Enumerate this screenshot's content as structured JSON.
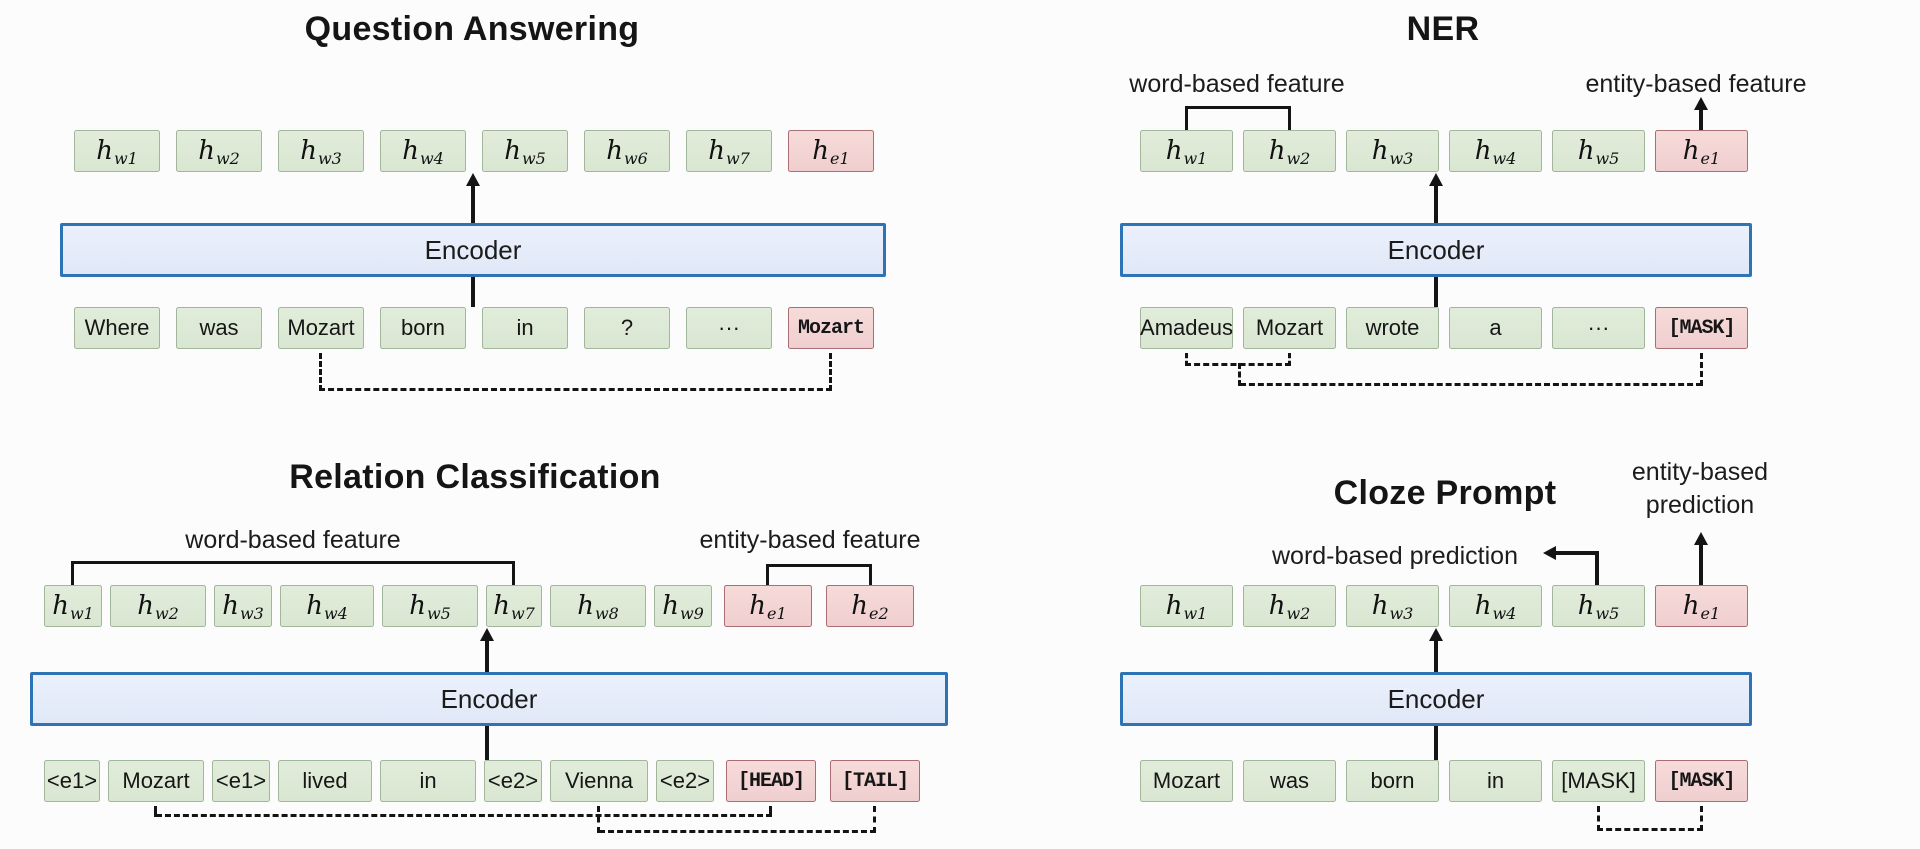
{
  "colors": {
    "green_fill": "#d9e6d2",
    "green_border": "#a2b69b",
    "pink_fill": "#f0cecf",
    "pink_border": "#a96e73",
    "encoder_fill": "#e0e8f7",
    "encoder_border": "#2e74b5",
    "line": "#141414",
    "background": "#fcfcfc"
  },
  "qa": {
    "title": "Question Answering",
    "encoder": "Encoder",
    "hidden": [
      {
        "base": "h",
        "sub": "w1"
      },
      {
        "base": "h",
        "sub": "w2"
      },
      {
        "base": "h",
        "sub": "w3"
      },
      {
        "base": "h",
        "sub": "w4"
      },
      {
        "base": "h",
        "sub": "w5"
      },
      {
        "base": "h",
        "sub": "w6"
      },
      {
        "base": "h",
        "sub": "w7"
      },
      {
        "base": "h",
        "sub": "e1"
      }
    ],
    "inputs": [
      "Where",
      "was",
      "Mozart",
      "born",
      "in",
      "?",
      "···",
      "Mozart"
    ]
  },
  "ner": {
    "title": "NER",
    "word_feature": "word-based feature",
    "entity_feature": "entity-based feature",
    "encoder": "Encoder",
    "hidden": [
      {
        "base": "h",
        "sub": "w1"
      },
      {
        "base": "h",
        "sub": "w2"
      },
      {
        "base": "h",
        "sub": "w3"
      },
      {
        "base": "h",
        "sub": "w4"
      },
      {
        "base": "h",
        "sub": "w5"
      },
      {
        "base": "h",
        "sub": "e1"
      }
    ],
    "inputs": [
      "Amadeus",
      "Mozart",
      "wrote",
      "a",
      "···",
      "[MASK]"
    ]
  },
  "rc": {
    "title": "Relation Classification",
    "word_feature": "word-based feature",
    "entity_feature": "entity-based feature",
    "encoder": "Encoder",
    "hidden": [
      {
        "base": "h",
        "sub": "w1"
      },
      {
        "base": "h",
        "sub": "w2"
      },
      {
        "base": "h",
        "sub": "w3"
      },
      {
        "base": "h",
        "sub": "w4"
      },
      {
        "base": "h",
        "sub": "w5"
      },
      {
        "base": "h",
        "sub": "w7"
      },
      {
        "base": "h",
        "sub": "w8"
      },
      {
        "base": "h",
        "sub": "w9"
      },
      {
        "base": "h",
        "sub": "e1"
      },
      {
        "base": "h",
        "sub": "e2"
      }
    ],
    "inputs": [
      "<e1>",
      "Mozart",
      "<e1>",
      "lived",
      "in",
      "<e2>",
      "Vienna",
      "<e2>",
      "[HEAD]",
      "[TAIL]"
    ]
  },
  "cloze": {
    "title": "Cloze Prompt",
    "word_prediction": "word-based prediction",
    "entity_prediction_line1": "entity-based",
    "entity_prediction_line2": "prediction",
    "encoder": "Encoder",
    "hidden": [
      {
        "base": "h",
        "sub": "w1"
      },
      {
        "base": "h",
        "sub": "w2"
      },
      {
        "base": "h",
        "sub": "w3"
      },
      {
        "base": "h",
        "sub": "w4"
      },
      {
        "base": "h",
        "sub": "w5"
      },
      {
        "base": "h",
        "sub": "e1"
      }
    ],
    "inputs": [
      "Mozart",
      "was",
      "born",
      "in",
      "[MASK]",
      "[MASK]"
    ]
  }
}
